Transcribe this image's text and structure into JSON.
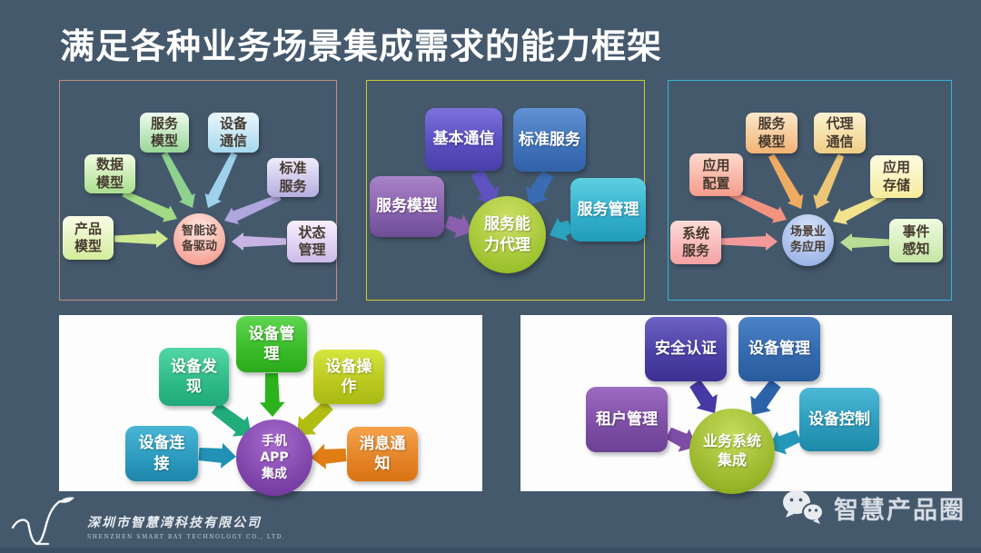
{
  "title": "满足各种业务场景集成需求的能力框架",
  "panels": {
    "smart_device_driver": {
      "center": "智能设备驱动",
      "items": [
        "服务模型",
        "设备通信",
        "数据模型",
        "标准服务",
        "产品模型",
        "状态管理"
      ]
    },
    "service_capability_agent": {
      "center": "服务能力代理",
      "items": [
        "基本通信",
        "标准服务",
        "服务模型",
        "服务管理"
      ]
    },
    "scenario_business_app": {
      "center": "场景业务应用",
      "items": [
        "服务模型",
        "代理通信",
        "应用配置",
        "应用存储",
        "系统服务",
        "事件感知"
      ]
    },
    "mobile_app_integration": {
      "center": "手机APP集成",
      "items": [
        "设备管理",
        "设备发现",
        "设备操作",
        "设备连接",
        "消息通知"
      ]
    },
    "business_system_integration": {
      "center": "业务系统集成",
      "items": [
        "安全认证",
        "设备管理",
        "租户管理",
        "设备控制"
      ]
    }
  },
  "footer": {
    "company_cn": "深圳市智慧湾科技有限公司",
    "company_en": "SHENZHEN SMART BAY TECHNOLOGY CO., LTD.",
    "wechat_label": "智慧产品圈"
  },
  "colors": {
    "background": "#45596d",
    "bottom_strip": "#394e63",
    "panel_device_driver_border": "#bf8f7f",
    "panel_agent_border": "#c9cb2a",
    "panel_scenario_border": "#35b5d6",
    "panel_bottom_background": "#fdfdfd"
  }
}
